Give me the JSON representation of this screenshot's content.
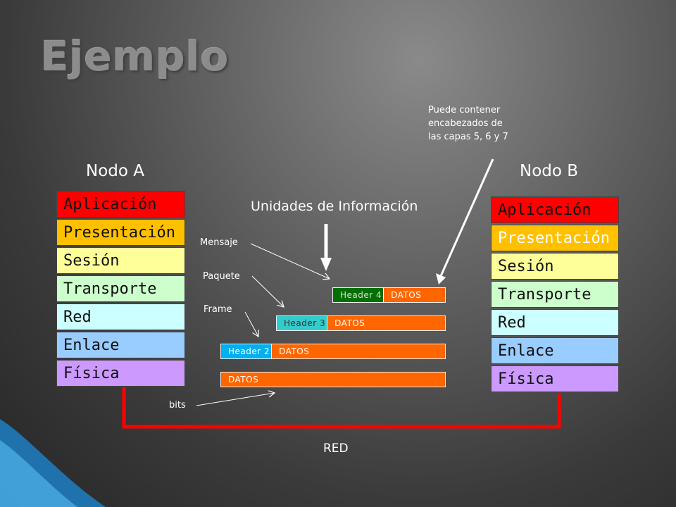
{
  "title": "Ejemplo",
  "node_a": {
    "label": "Nodo A",
    "layers": [
      "Aplicación",
      "Presentación",
      "Sesión",
      "Transporte",
      "Red",
      "Enlace",
      "Física"
    ]
  },
  "node_b": {
    "label": "Nodo B",
    "layers": [
      "Aplicación",
      "Presentación",
      "Sesión",
      "Transporte",
      "Red",
      "Enlace",
      "Física"
    ]
  },
  "layer_colors": {
    "aplicacion": "#ff0000",
    "presentacion": "#ffc000",
    "sesion": "#ffff99",
    "transporte": "#ccffcc",
    "red": "#ccffff",
    "enlace": "#99ccff",
    "fisica": "#cc99ff"
  },
  "units_heading": "Unidades de Información",
  "note": {
    "line1": "Puede contener",
    "line2": "encabezados de",
    "line3": "las capas 5, 6 y 7"
  },
  "unit_labels": {
    "mensaje": "Mensaje",
    "paquete": "Paquete",
    "frame": "Frame",
    "bits": "bits"
  },
  "packets": [
    {
      "header": "Header 4",
      "data": "DATOS",
      "header_color": "#007000",
      "header_text_color": "#dddddd"
    },
    {
      "header": "Header 3",
      "data": "DATOS",
      "header_color": "#33cccc",
      "header_text_color": "#333333"
    },
    {
      "header": "Header 2",
      "data": "DATOS",
      "header_color": "#00b0f0",
      "header_text_color": "#ffffff"
    },
    {
      "header": "",
      "data": "DATOS"
    }
  ],
  "network_label": "RED",
  "network_color": "#ff0000"
}
